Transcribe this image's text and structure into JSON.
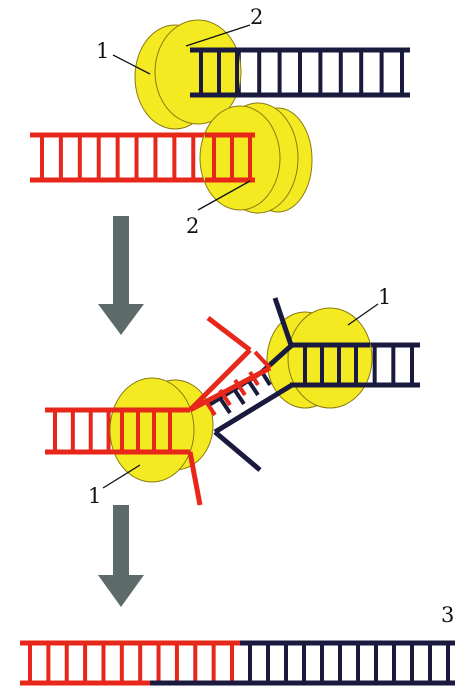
{
  "labels": {
    "top_left_1": "1",
    "top_2_upper": "2",
    "top_2_lower": "2",
    "mid_right_1": "1",
    "mid_left_1": "1",
    "bottom_3": "3"
  },
  "colors": {
    "red_strand": "#e8271b",
    "navy_strand": "#1a1a3e",
    "protein_fill": "#f4ea22",
    "protein_stroke": "#8a7a10",
    "arrow": "#5c6a6a",
    "leader_line": "#111111"
  }
}
